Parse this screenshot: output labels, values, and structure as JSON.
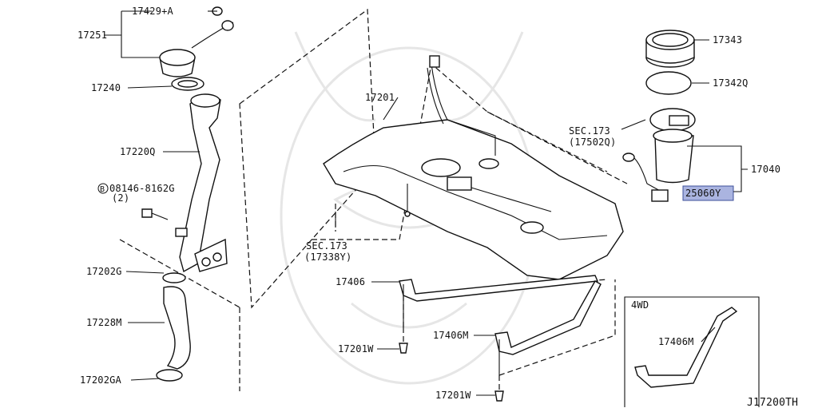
{
  "diagram_code": "J17200TH",
  "parts": {
    "cap_tether": "17429+A",
    "filler_cap": "17251",
    "gasket": "17240",
    "filler_tube": "17220Q",
    "bolt_spec": "08146-8162G",
    "bolt_qty": "(2)",
    "bolt_circle": "B",
    "clamp_upper": "17202G",
    "filler_hose": "17228M",
    "clamp_lower": "17202GA",
    "tank": "17201",
    "sec_ref_left": "SEC.173",
    "sec_ref_left_sub": "(17338Y)",
    "strap_front": "17406",
    "bolt_front": "17201W",
    "strap_rear": "17406M",
    "bolt_rear": "17201W",
    "lock_ring": "17343",
    "seal_ring": "17342Q",
    "sec_ref_right": "SEC.173",
    "sec_ref_right_sub": "(17502Q)",
    "pump_module": "17040",
    "fuel_sensor": "25060Y",
    "fourwd_title": "4WD",
    "fourwd_strap": "17406M"
  },
  "colors": {
    "highlight": "#aab4e0",
    "line": "#111111",
    "watermark": "#e6e6e6"
  }
}
